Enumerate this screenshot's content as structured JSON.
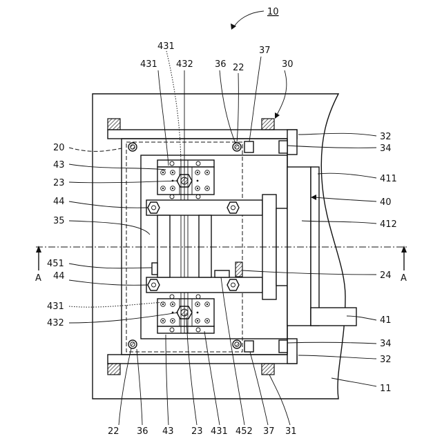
{
  "figure": {
    "labels": {
      "l10": "10",
      "l431a": "431",
      "l431b": "431",
      "l432a": "432",
      "l36a": "36",
      "l22a": "22",
      "l37a": "37",
      "l30": "30",
      "l32a": "32",
      "l34a": "34",
      "l20": "20",
      "l43a": "43",
      "l23a": "23",
      "l411": "411",
      "l44a": "44",
      "l40": "40",
      "l35": "35",
      "l412": "412",
      "lAleft": "A",
      "lAright": "A",
      "l451": "451",
      "l24": "24",
      "l44b": "44",
      "l431c": "431",
      "l41": "41",
      "l432b": "432",
      "l34b": "34",
      "l32b": "32",
      "l11": "11",
      "b22": "22",
      "b36": "36",
      "b43": "43",
      "b23": "23",
      "b431": "431",
      "b452": "452",
      "b37": "37",
      "b31": "31"
    }
  }
}
